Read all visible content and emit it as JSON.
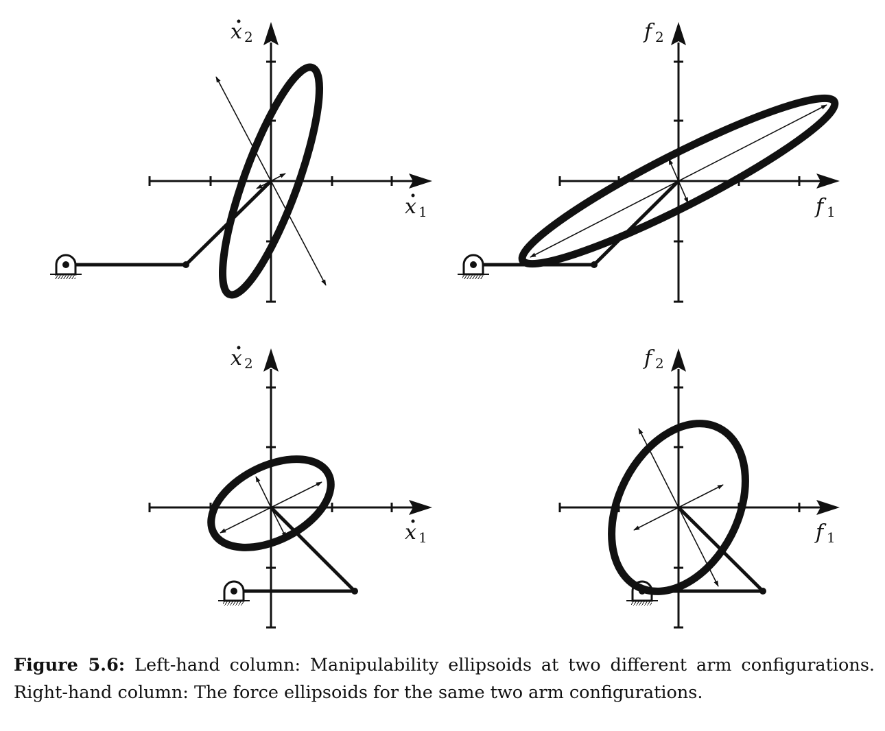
{
  "panels": [
    {
      "id": "manipulability-config-1",
      "x_axis_label": "x",
      "x_axis_sub": "1",
      "x_axis_dot": true,
      "y_axis_label": "x",
      "y_axis_sub": "2",
      "y_axis_dot": true
    },
    {
      "id": "force-config-1",
      "x_axis_label": "f",
      "x_axis_sub": "1",
      "x_axis_dot": false,
      "y_axis_label": "f",
      "y_axis_sub": "2",
      "y_axis_dot": false
    },
    {
      "id": "manipulability-config-2",
      "x_axis_label": "x",
      "x_axis_sub": "1",
      "x_axis_dot": true,
      "y_axis_label": "x",
      "y_axis_sub": "2",
      "y_axis_dot": true
    },
    {
      "id": "force-config-2",
      "x_axis_label": "f",
      "x_axis_sub": "1",
      "x_axis_dot": false,
      "y_axis_label": "f",
      "y_axis_sub": "2",
      "y_axis_dot": false
    }
  ],
  "caption": {
    "label": "Figure 5.6:",
    "text": "Left-hand column: Manipulability ellipsoids at two different arm configurations. Right-hand column: The force ellipsoids for the same two arm configurations."
  }
}
